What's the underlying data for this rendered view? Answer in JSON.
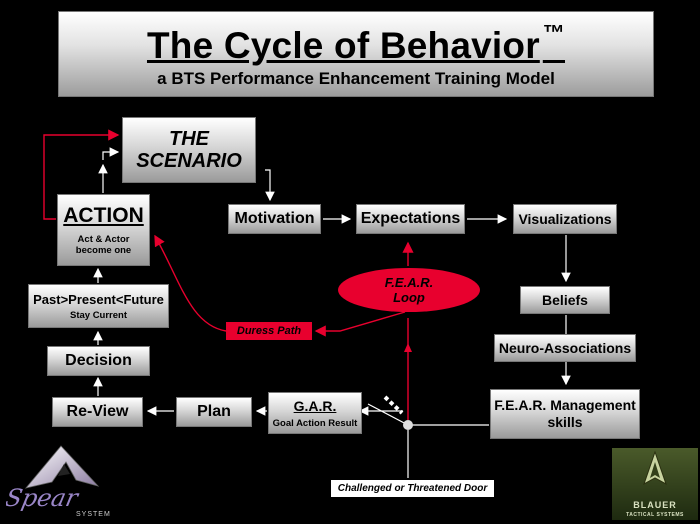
{
  "title": {
    "main": "The Cycle of Behavior",
    "tm": "™",
    "subtitle": "a BTS Performance Enhancement Training Model"
  },
  "nodes": {
    "scenario": "THE SCENARIO",
    "motivation": "Motivation",
    "expectations": "Expectations",
    "visualizations": "Visualizations",
    "beliefs": "Beliefs",
    "neuro": "Neuro-Associations",
    "fear_mgmt": "F.E.A.R. Management skills",
    "gar": "G.A.R.",
    "gar_sub": "Goal Action Result",
    "plan": "Plan",
    "review": "Re-View",
    "decision": "Decision",
    "past": "Past>Present<Future",
    "past_sub": "Stay Current",
    "action": "ACTION",
    "action_sub": "Act & Actor become one"
  },
  "fear_loop": "F.E.A.R. Loop",
  "duress_path": "Duress Path",
  "door": "Challenged or Threatened Door",
  "logos": {
    "spear": "Spear",
    "spear_sub": "SYSTEM",
    "blauer": "BLAUER",
    "blauer_sub": "TACTICAL SYSTEMS"
  },
  "colors": {
    "accent_red": "#e8002e",
    "background": "#000000"
  }
}
